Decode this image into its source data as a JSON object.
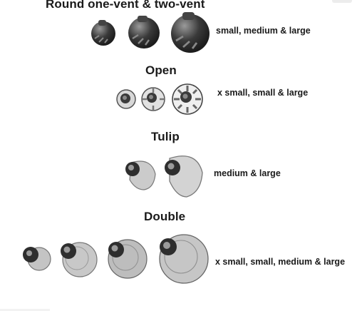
{
  "sections": [
    {
      "title": "Round one-vent & two-vent",
      "caption": "small, medium & large"
    },
    {
      "title": "Open",
      "caption": "x small, small & large"
    },
    {
      "title": "Tulip",
      "caption": "medium & large"
    },
    {
      "title": "Double",
      "caption": "x small, small, medium & large"
    }
  ],
  "colors": {
    "round_dark": "#2b2b2b",
    "round_light": "#8a8a8a",
    "translucent": "#bdbdbd",
    "stem": "#3a3a3a"
  }
}
